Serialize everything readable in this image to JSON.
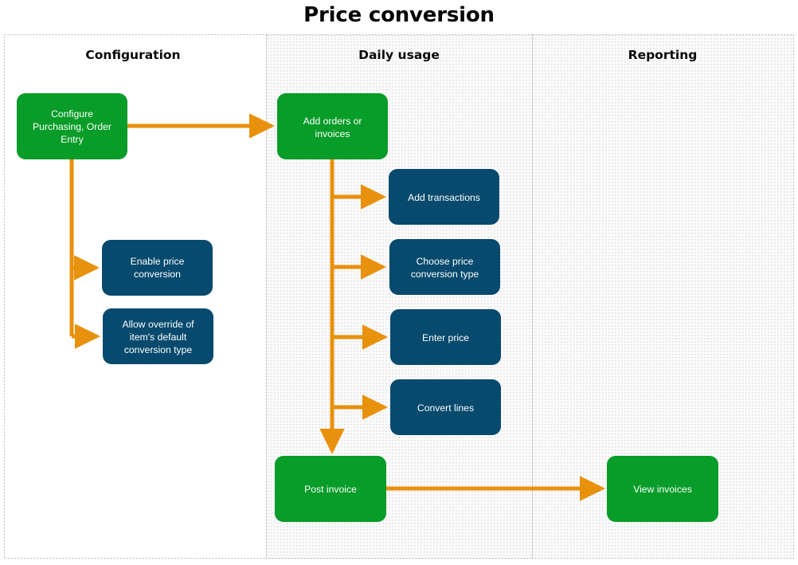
{
  "title": "Price conversion",
  "colors": {
    "green": "#089c28",
    "blue": "#074a6d",
    "orange": "#e8910c",
    "lane_border": "#b3b3b3",
    "lane_fill_plain": "#ffffff",
    "lane_fill_dotted": "#f7f7f7",
    "title_text": "#050505",
    "node_text": "#ffffff"
  },
  "lanes": [
    {
      "id": "configuration",
      "label": "Configuration",
      "shaded": false
    },
    {
      "id": "daily-usage",
      "label": "Daily usage",
      "shaded": true
    },
    {
      "id": "reporting",
      "label": "Reporting",
      "shaded": true
    }
  ],
  "nodes": [
    {
      "id": "configure-purchasing-order-entry",
      "lane": "configuration",
      "type": "green",
      "lines": [
        "Configure",
        "Purchasing, Order",
        "Entry"
      ]
    },
    {
      "id": "enable-price-conversion",
      "lane": "configuration",
      "type": "blue",
      "lines": [
        "Enable price",
        "conversion"
      ]
    },
    {
      "id": "allow-override-default-conversion-type",
      "lane": "configuration",
      "type": "blue",
      "lines": [
        "Allow override of",
        "item's default",
        "conversion type"
      ]
    },
    {
      "id": "add-orders-or-invoices",
      "lane": "daily-usage",
      "type": "green",
      "lines": [
        "Add orders or",
        "invoices"
      ]
    },
    {
      "id": "add-transactions",
      "lane": "daily-usage",
      "type": "blue",
      "lines": [
        "Add transactions"
      ]
    },
    {
      "id": "choose-price-conversion-type",
      "lane": "daily-usage",
      "type": "blue",
      "lines": [
        "Choose price",
        "conversion type"
      ]
    },
    {
      "id": "enter-price",
      "lane": "daily-usage",
      "type": "blue",
      "lines": [
        "Enter price"
      ]
    },
    {
      "id": "convert-lines",
      "lane": "daily-usage",
      "type": "blue",
      "lines": [
        "Convert lines"
      ]
    },
    {
      "id": "post-invoice",
      "lane": "daily-usage",
      "type": "green",
      "lines": [
        "Post invoice"
      ]
    },
    {
      "id": "view-invoices",
      "lane": "reporting",
      "type": "green",
      "lines": [
        "View invoices"
      ]
    }
  ],
  "edges": [
    {
      "from": "configure-purchasing-order-entry",
      "to": "add-orders-or-invoices"
    },
    {
      "from": "configure-purchasing-order-entry",
      "to": "enable-price-conversion"
    },
    {
      "from": "configure-purchasing-order-entry",
      "to": "allow-override-default-conversion-type"
    },
    {
      "from": "add-orders-or-invoices",
      "to": "add-transactions"
    },
    {
      "from": "add-orders-or-invoices",
      "to": "choose-price-conversion-type"
    },
    {
      "from": "add-orders-or-invoices",
      "to": "enter-price"
    },
    {
      "from": "add-orders-or-invoices",
      "to": "convert-lines"
    },
    {
      "from": "add-orders-or-invoices",
      "to": "post-invoice"
    },
    {
      "from": "post-invoice",
      "to": "view-invoices"
    }
  ]
}
